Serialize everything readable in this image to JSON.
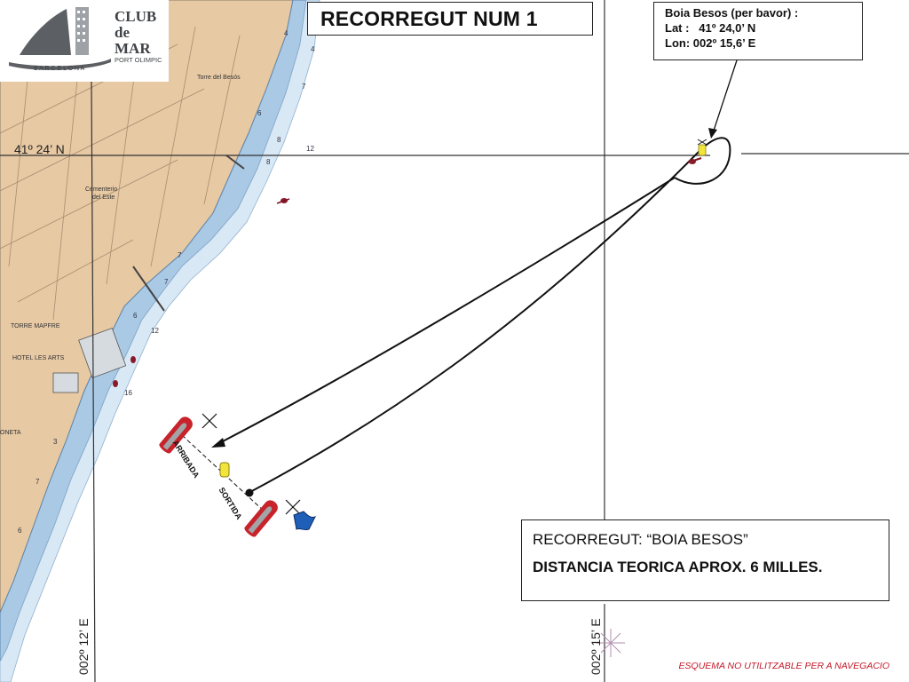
{
  "logo": {
    "club": "CLUB",
    "de": "de",
    "mar": "MAR",
    "port": "PORT OLIMPIC",
    "city": "B A R C E L O N A"
  },
  "title": "RECORREGUT NUM 1",
  "buoy_info": {
    "name": "Boia Besos (per bavor) :",
    "lat": "Lat :   41º 24,0’ N",
    "lon": "Lon: 002º 15,6’ E"
  },
  "grid_labels": {
    "latitude": "41º 24’ N",
    "lon_west": "002º 12’ E",
    "lon_east": "002º 15’ E"
  },
  "start_line": {
    "arrival": "ARRIBADA",
    "departure": "SORTIDA"
  },
  "summary": {
    "route": "RECORREGUT: “BOIA BESOS”",
    "distance": "DISTANCIA TEORICA APROX. 6 MILLES."
  },
  "disclaimer": "ESQUEMA NO UTILITZABLE PER A  NAVEGACIO",
  "chart_labels": {
    "torre_besos": "Torre del Besós",
    "cementerio": "Cementerio",
    "del_este": "del Este",
    "torre_mapfre": "TORRE MAPFRE",
    "hotel_arts": "HOTEL LES ARTS",
    "neta": "ONETA"
  },
  "colors": {
    "land": "#e7c9a4",
    "shallow_water": "#a9c9e4",
    "deep_shoal": "#d9e8f5",
    "route": "#111111",
    "marker_red": "#c8222b",
    "disclaimer": "#c41a2a"
  }
}
